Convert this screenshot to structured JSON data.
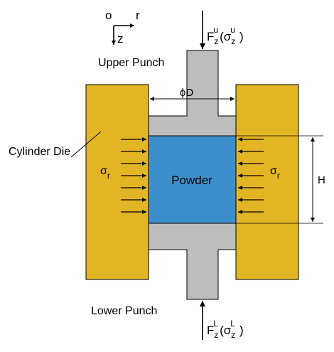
{
  "axes": {
    "origin": "o",
    "r": "r",
    "z": "z"
  },
  "labels": {
    "upper_punch": "Upper Punch",
    "lower_punch": "Lower Punch",
    "cylinder_die": "Cylinder Die",
    "powder": "Powder",
    "diameter": "ϕD",
    "height": "H",
    "sigma": "σ",
    "sigma_sub": "r"
  },
  "forces": {
    "upper": {
      "F": "F",
      "sub": "z",
      "sup": "u",
      "paren_open": "(",
      "sigma": "σ",
      "paren_close": ")"
    },
    "lower": {
      "F": "F",
      "sub": "z",
      "sup": "L",
      "paren_open": "(",
      "sigma": "σ",
      "paren_close": ")"
    }
  },
  "colors": {
    "die": "#E2B524",
    "powder": "#3D8FCB",
    "punch": "#BDBDBD",
    "stroke": "#000000"
  }
}
